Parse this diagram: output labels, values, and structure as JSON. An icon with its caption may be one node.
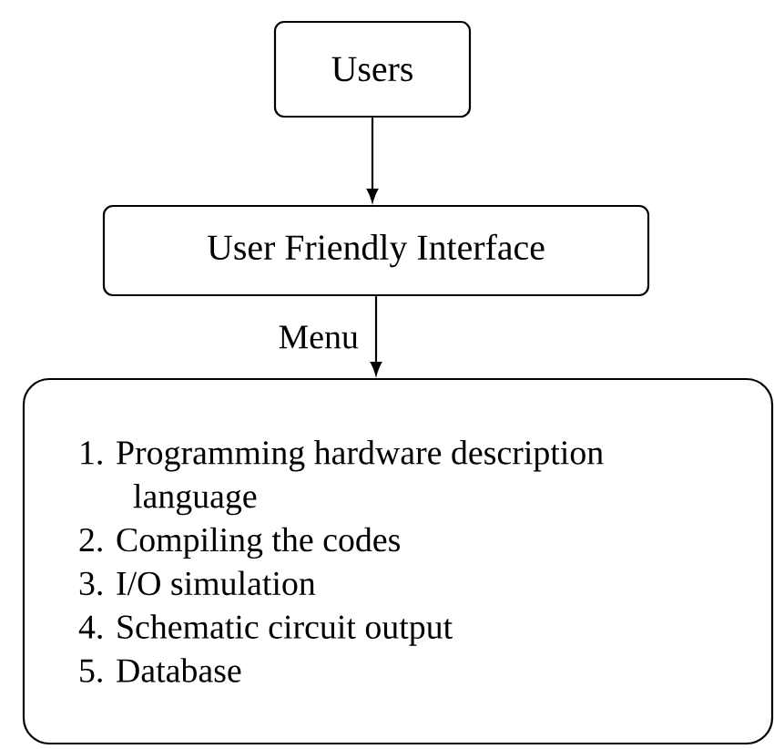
{
  "diagram": {
    "nodes": [
      {
        "text": [
          "Users"
        ]
      },
      {
        "text": [
          "User Friendly Interface"
        ]
      },
      {
        "text": [
          "1. Programming hardware description language",
          "2. Compiling the codes",
          "3. I/O simulation",
          "4. Schematic circuit output",
          "5. Database"
        ]
      }
    ],
    "edges": [
      {
        "from": 0,
        "to": 1,
        "arrow": "to"
      },
      {
        "from": 1,
        "to": 2,
        "arrow": "to",
        "label": "Menu"
      }
    ]
  }
}
